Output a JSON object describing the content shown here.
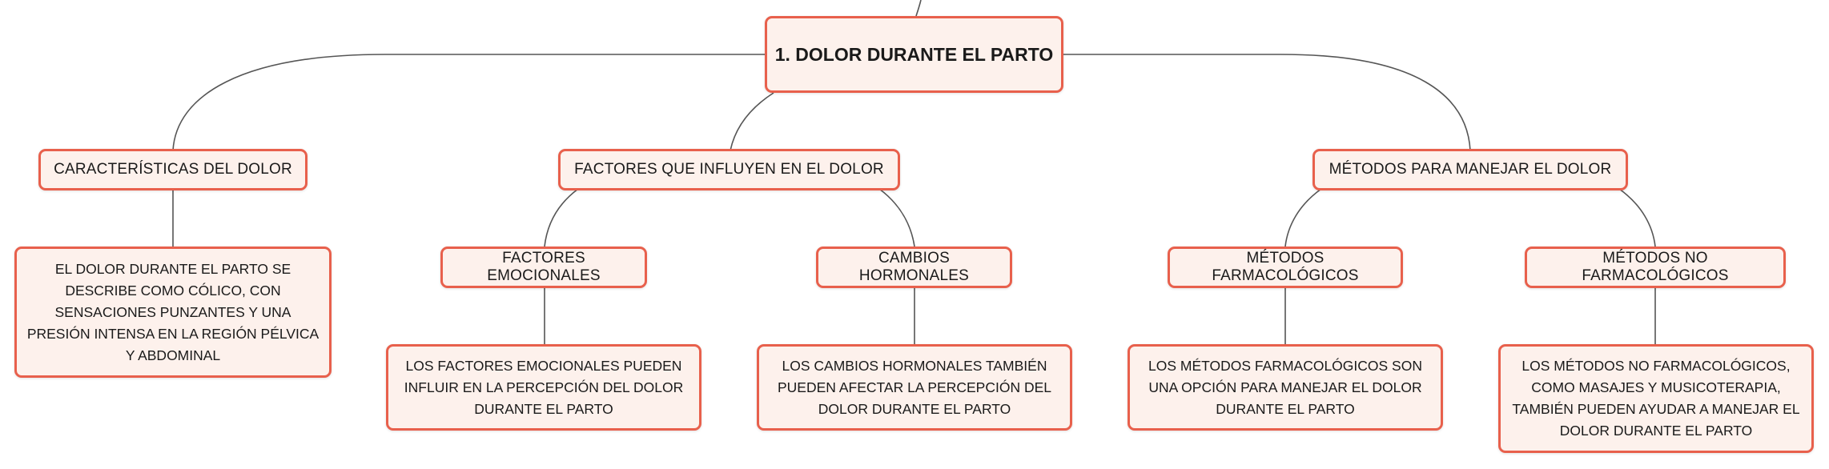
{
  "colors": {
    "border": "#e8604c",
    "fill": "#fdf1ec",
    "line": "#555555",
    "text": "#1a1a1a"
  },
  "root": {
    "label": "1. DOLOR DURANTE EL PARTO"
  },
  "branches": [
    {
      "label": "CARACTERÍSTICAS DEL DOLOR",
      "description": "EL DOLOR DURANTE EL PARTO SE DESCRIBE COMO CÓLICO, CON SENSACIONES PUNZANTES Y UNA PRESIÓN INTENSA EN LA REGIÓN PÉLVICA Y ABDOMINAL"
    },
    {
      "label": "FACTORES QUE INFLUYEN EN EL DOLOR",
      "children": [
        {
          "label": "FACTORES EMOCIONALES",
          "description": "LOS FACTORES EMOCIONALES PUEDEN INFLUIR EN LA PERCEPCIÓN DEL DOLOR DURANTE EL PARTO"
        },
        {
          "label": "CAMBIOS HORMONALES",
          "description": "LOS CAMBIOS HORMONALES TAMBIÉN PUEDEN AFECTAR LA PERCEPCIÓN DEL DOLOR DURANTE EL PARTO"
        }
      ]
    },
    {
      "label": "MÉTODOS PARA MANEJAR EL DOLOR",
      "children": [
        {
          "label": "MÉTODOS FARMACOLÓGICOS",
          "description": "LOS MÉTODOS FARMACOLÓGICOS SON UNA OPCIÓN PARA MANEJAR EL DOLOR DURANTE EL PARTO"
        },
        {
          "label": "MÉTODOS NO FARMACOLÓGICOS",
          "description": "LOS MÉTODOS NO FARMACOLÓGICOS, COMO MASAJES Y MUSICOTERAPIA, TAMBIÉN PUEDEN AYUDAR A MANEJAR EL DOLOR DURANTE EL PARTO"
        }
      ]
    }
  ]
}
